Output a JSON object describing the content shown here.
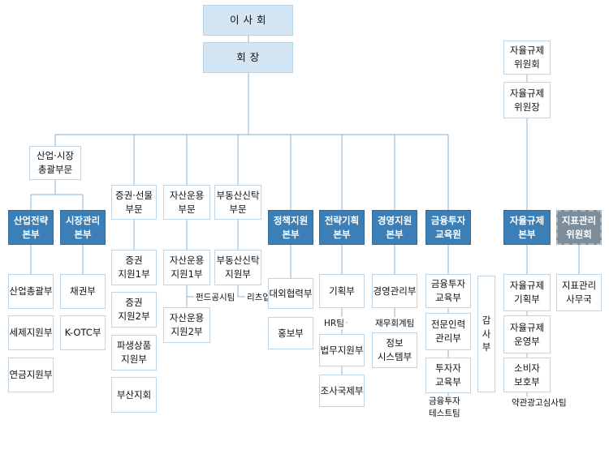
{
  "diagram": {
    "board": "이 사 회",
    "chairman": "회     장",
    "self_committee": "자율규제\n위원회",
    "self_chair": "자율규제\n위원장",
    "group_industry": "산업·시장\n총괄부문",
    "group_securities": "증권·선물\n부문",
    "group_asset": "자산운용\n부문",
    "group_realestate": "부동산신탁\n부문",
    "hq_industry": "산업전략\n본부",
    "hq_market": "시장관리\n본부",
    "hq_policy": "정책지원\n본부",
    "hq_strategy": "전략기획\n본부",
    "hq_management": "경영지원\n본부",
    "hq_finedu": "금융투자\n교육원",
    "hq_selfreg": "자율규제\n본부",
    "hq_index": "지표관리\n위원회",
    "industry_depts": [
      "산업총괄부",
      "세제지원부",
      "연금지원부"
    ],
    "market_depts": [
      "채권부",
      "K-OTC부"
    ],
    "securities_depts": [
      "증권\n지원1부",
      "증권\n지원2부",
      "파생상품\n지원부",
      "부산지회"
    ],
    "asset_depts": [
      "자산운용\n지원1부",
      "자산운용\n지원2부"
    ],
    "asset_team": "펀드공시팀",
    "realestate_dept": "부동산신탁\n지원부",
    "realestate_team": "리츠업무팀",
    "policy_depts": [
      "대외협력부",
      "홍보부"
    ],
    "strategy_depts": [
      "기획부",
      "법무지원부",
      "조사국제부"
    ],
    "strategy_team": "HR팀",
    "management_depts": [
      "경영관리부",
      "정보\n시스템부"
    ],
    "management_team": "재무회계팀",
    "finedu_depts": [
      "금융투자\n교육부",
      "전문인력\n관리부",
      "투자자\n교육부"
    ],
    "finedu_team": "금융투자\n테스트팀",
    "audit": "감\n사\n부",
    "selfreg_depts": [
      "자율규제\n기획부",
      "자율규제\n운영부",
      "소비자\n보호부"
    ],
    "selfreg_team": "약관광고심사팀",
    "index_dept": "지표관리\n사무국"
  }
}
